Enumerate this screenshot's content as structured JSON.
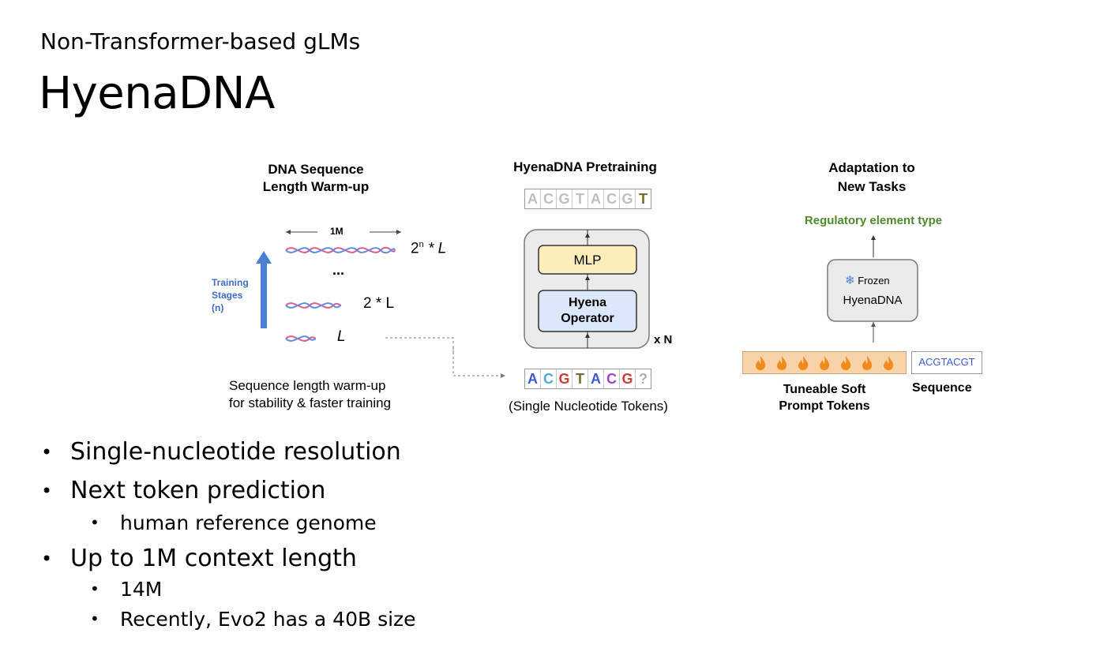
{
  "slide": {
    "subtitle": "Non-Transformer-based gLMs",
    "title": "HyenaDNA"
  },
  "figure": {
    "left_panel": {
      "title_line1": "DNA Sequence",
      "title_line2": "Length Warm-up",
      "top_scale": "1M",
      "stage_label_1": "Training",
      "stage_label_2": "Stages",
      "stage_label_3": "(n)",
      "len_top_base": "2",
      "len_top_exp": "n",
      "len_top_rest": " * L",
      "ellipsis": "...",
      "len_mid": "2 * L",
      "len_bottom": "L",
      "caption_line1": "Sequence length warm-up",
      "caption_line2": "for stability & faster training"
    },
    "middle_panel": {
      "title": "HyenaDNA Pretraining",
      "output_tokens": [
        "A",
        "C",
        "G",
        "T",
        "A",
        "C",
        "G",
        "T"
      ],
      "mlp_label": "MLP",
      "hyena_line1": "Hyena",
      "hyena_line2": "Operator",
      "repeat_label": "x N",
      "input_tokens": [
        "A",
        "C",
        "G",
        "T",
        "A",
        "C",
        "G",
        "?"
      ],
      "caption": "(Single Nucleotide Tokens)"
    },
    "right_panel": {
      "title_line1": "Adaptation to",
      "title_line2": "New Tasks",
      "output_label": "Regulatory element type",
      "frozen_label": "Frozen",
      "model_label": "HyenaDNA",
      "sequence_box": "ACGTACGT",
      "soft_prompt_line1": "Tuneable Soft",
      "soft_prompt_line2": "Prompt Tokens",
      "sequence_label": "Sequence"
    },
    "colors": {
      "A": "#3b5bd6",
      "C": "#4aa6e0",
      "G": "#d23a3a",
      "T": "#7a6a2a",
      "unknown": "#9a9a9a",
      "training_arrow": "#4a7fd6",
      "regulatory_green": "#4e8a2c",
      "mlp_fill": "#fbeebb",
      "hyena_fill": "#dde7fb",
      "prompt_fill": "#f8d3a8",
      "flame": "#f08a1c"
    }
  },
  "bullets": [
    {
      "text": "Single-nucleotide resolution"
    },
    {
      "text": "Next token prediction",
      "sub": [
        "human reference genome"
      ]
    },
    {
      "text": "Up to 1M context length",
      "sub": [
        "14M",
        "Recently, Evo2 has a 40B size"
      ]
    }
  ]
}
